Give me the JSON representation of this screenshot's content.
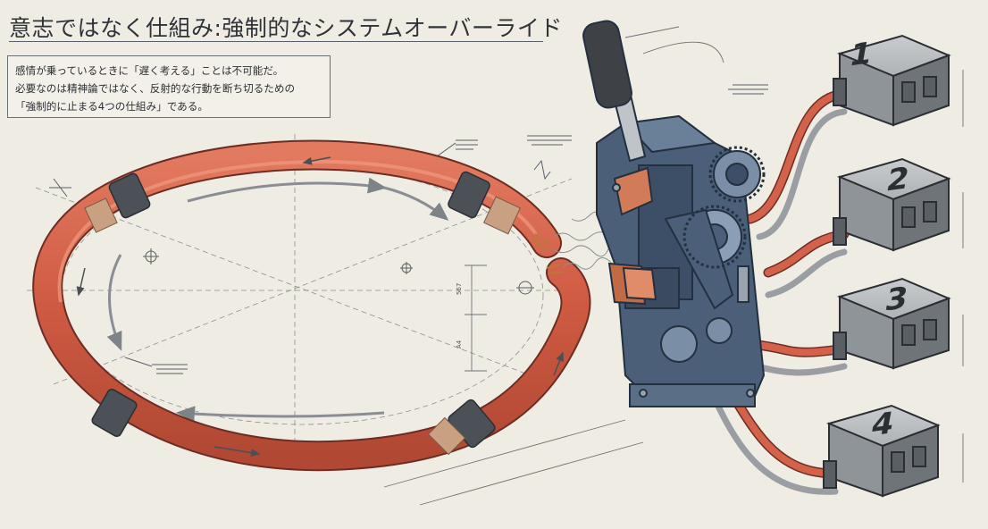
{
  "header": {
    "title": "意志ではなく仕組み:強制的なシステムオーバーライド"
  },
  "note": {
    "lines": [
      "感情が乗っているときに「遅く考える」ことは不可能だ。",
      "必要なのは精神論ではなく、反射的な行動を断ち切るための",
      "「強制的に止まる4つの仕組み」である。"
    ]
  },
  "diagram": {
    "modules": [
      {
        "label": "1"
      },
      {
        "label": "2"
      },
      {
        "label": "3"
      },
      {
        "label": "4"
      }
    ],
    "dim_labels": [
      "567",
      "A4"
    ],
    "colors": {
      "background": "#efece4",
      "cable_red": "#d4614a",
      "machine_blue": "#4b5f78",
      "module_gray": "#a9adb0",
      "line_dark": "#3a3f45"
    }
  }
}
